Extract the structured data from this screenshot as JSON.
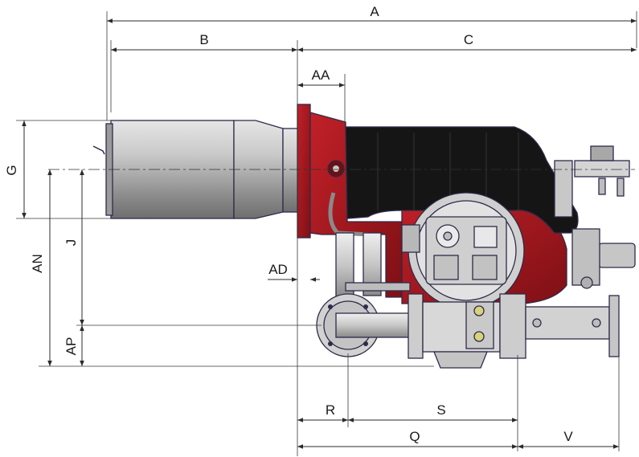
{
  "dimensions": {
    "A": "A",
    "B": "B",
    "C": "C",
    "AA": "AA",
    "G": "G",
    "J": "J",
    "AN": "AN",
    "AP": "AP",
    "AD": "AD",
    "R": "R",
    "S": "S",
    "Q": "Q",
    "V": "V"
  },
  "colors": {
    "body_red": "#a8181e",
    "cover_black": "#151515",
    "metal_grey": "#c4c4c4",
    "outline": "#2e2b4a"
  }
}
